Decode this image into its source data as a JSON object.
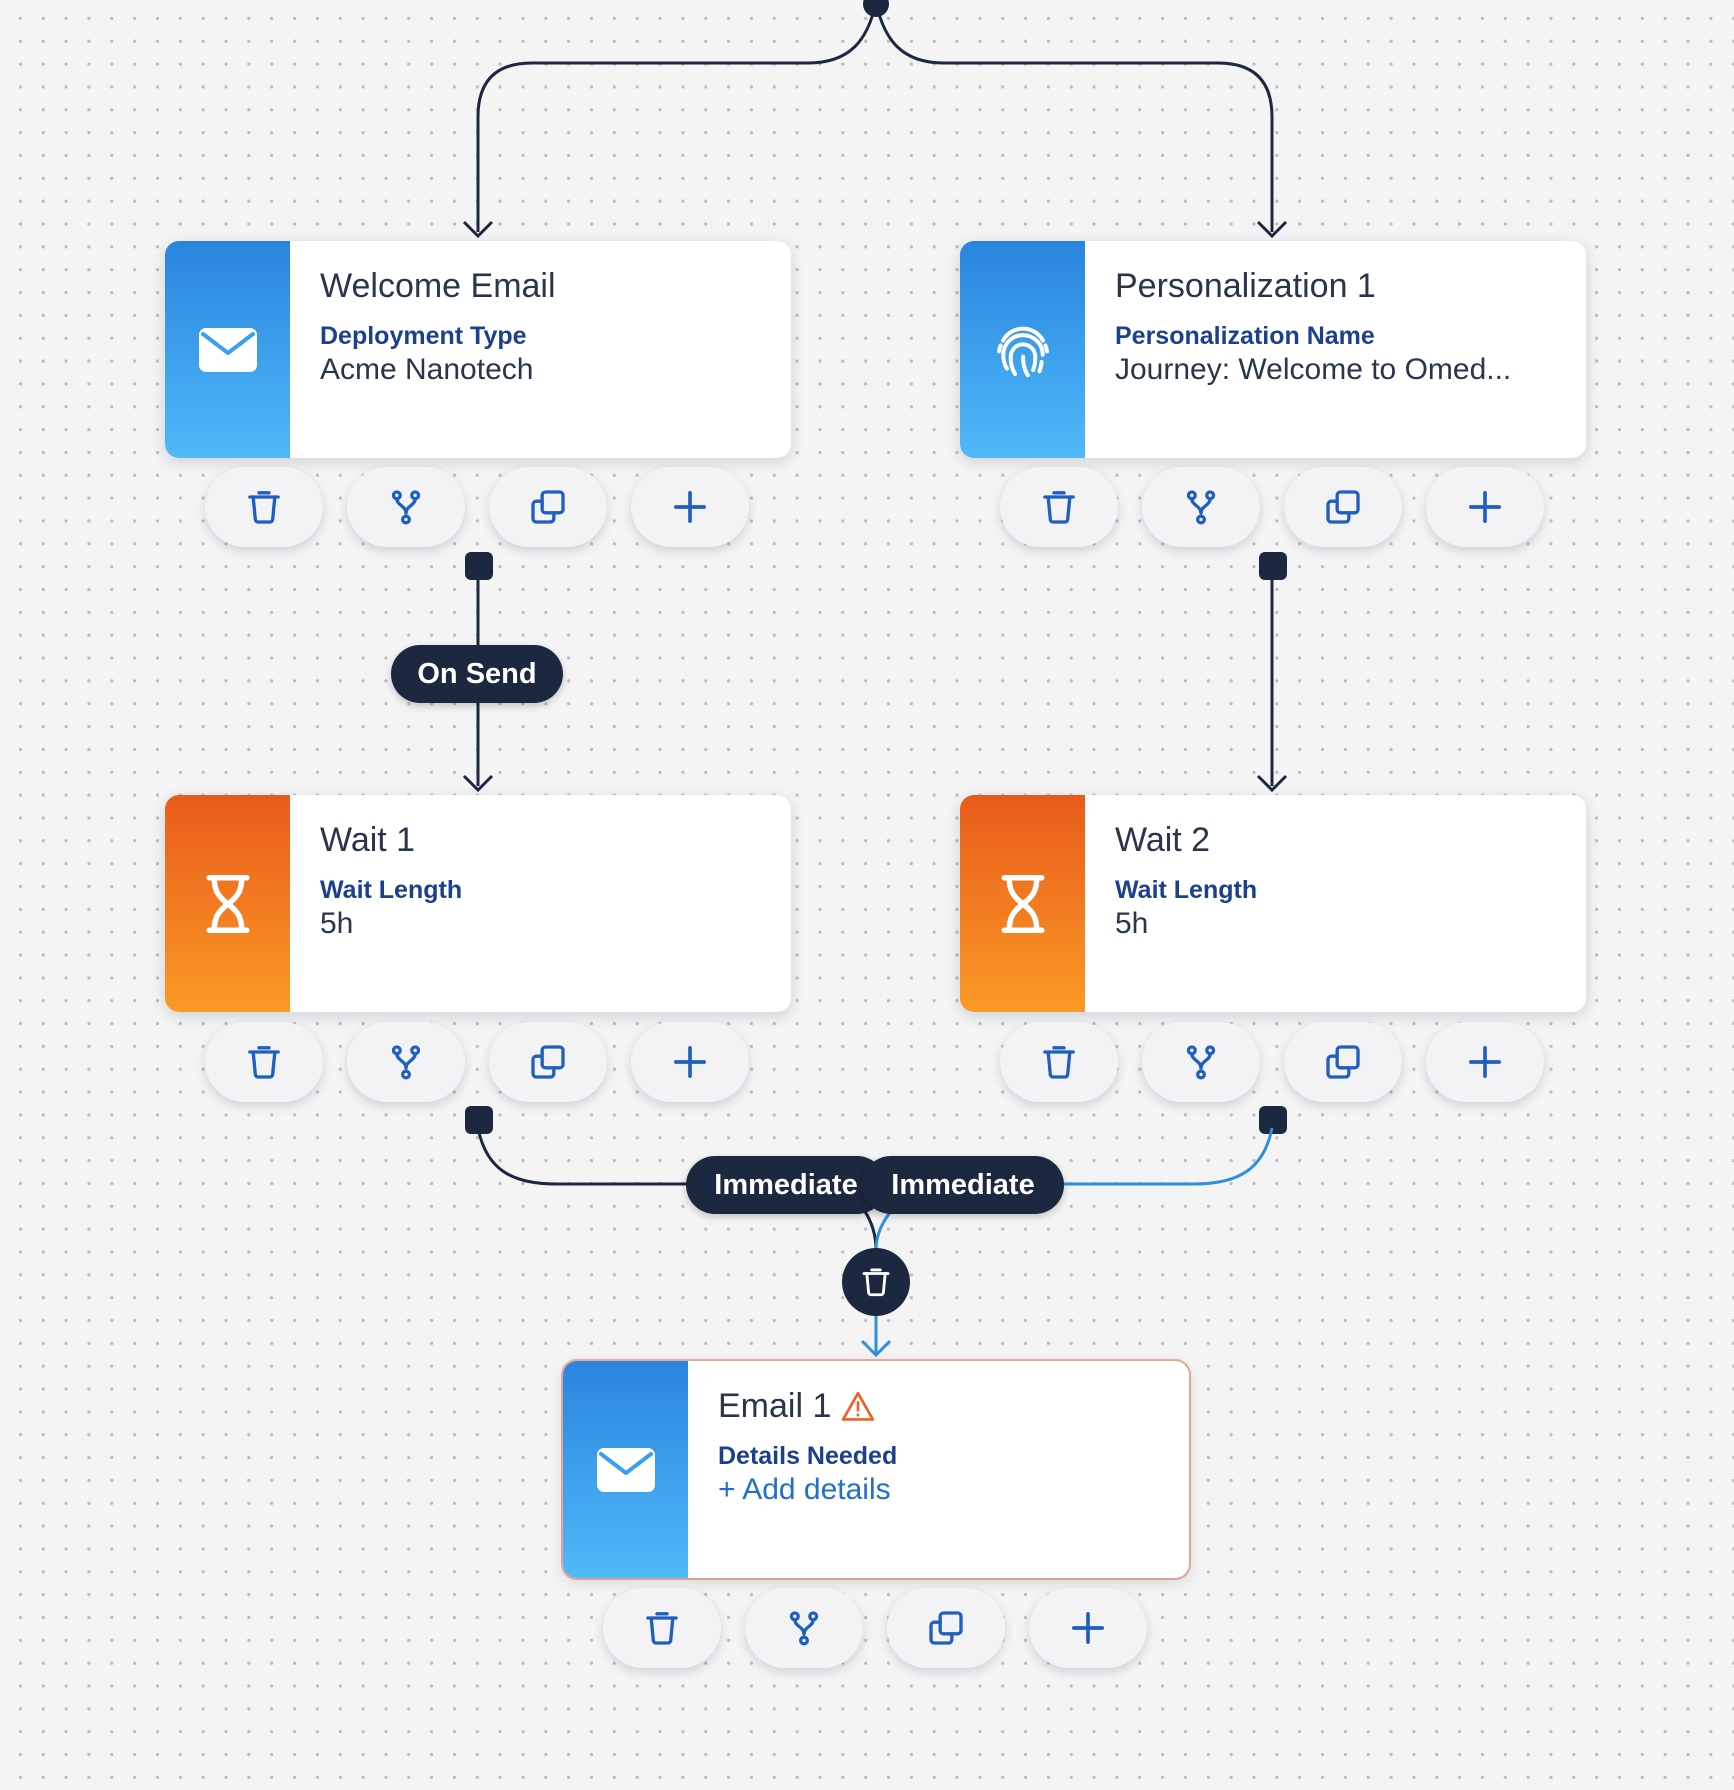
{
  "nodes": {
    "welcome_email": {
      "title": "Welcome Email",
      "label": "Deployment Type",
      "value": "Acme Nanotech",
      "icon": "envelope-icon"
    },
    "personalization": {
      "title": "Personalization 1",
      "label": "Personalization Name",
      "value": "Journey: Welcome to Omed...",
      "icon": "fingerprint-icon"
    },
    "wait1": {
      "title": "Wait 1",
      "label": "Wait Length",
      "value": "5h",
      "icon": "hourglass-icon"
    },
    "wait2": {
      "title": "Wait 2",
      "label": "Wait Length",
      "value": "5h",
      "icon": "hourglass-icon"
    },
    "email1": {
      "title": "Email 1",
      "label": "Details Needed",
      "value": "+ Add details",
      "icon": "envelope-icon",
      "status_icon": "warning-icon"
    }
  },
  "edges": {
    "on_send": "On Send",
    "immediate_left": "Immediate",
    "immediate_right": "Immediate"
  },
  "node_actions": [
    "delete",
    "branch",
    "duplicate",
    "add"
  ],
  "colors": {
    "connector": "#1c2740",
    "connector_highlight": "#2e8fe0",
    "action_icon": "#1f5fbf",
    "email_gradient": [
      "#2a84de",
      "#4fb9f9"
    ],
    "wait_gradient": [
      "#e85b1a",
      "#fb9a26"
    ],
    "warning": "#e8622a"
  }
}
